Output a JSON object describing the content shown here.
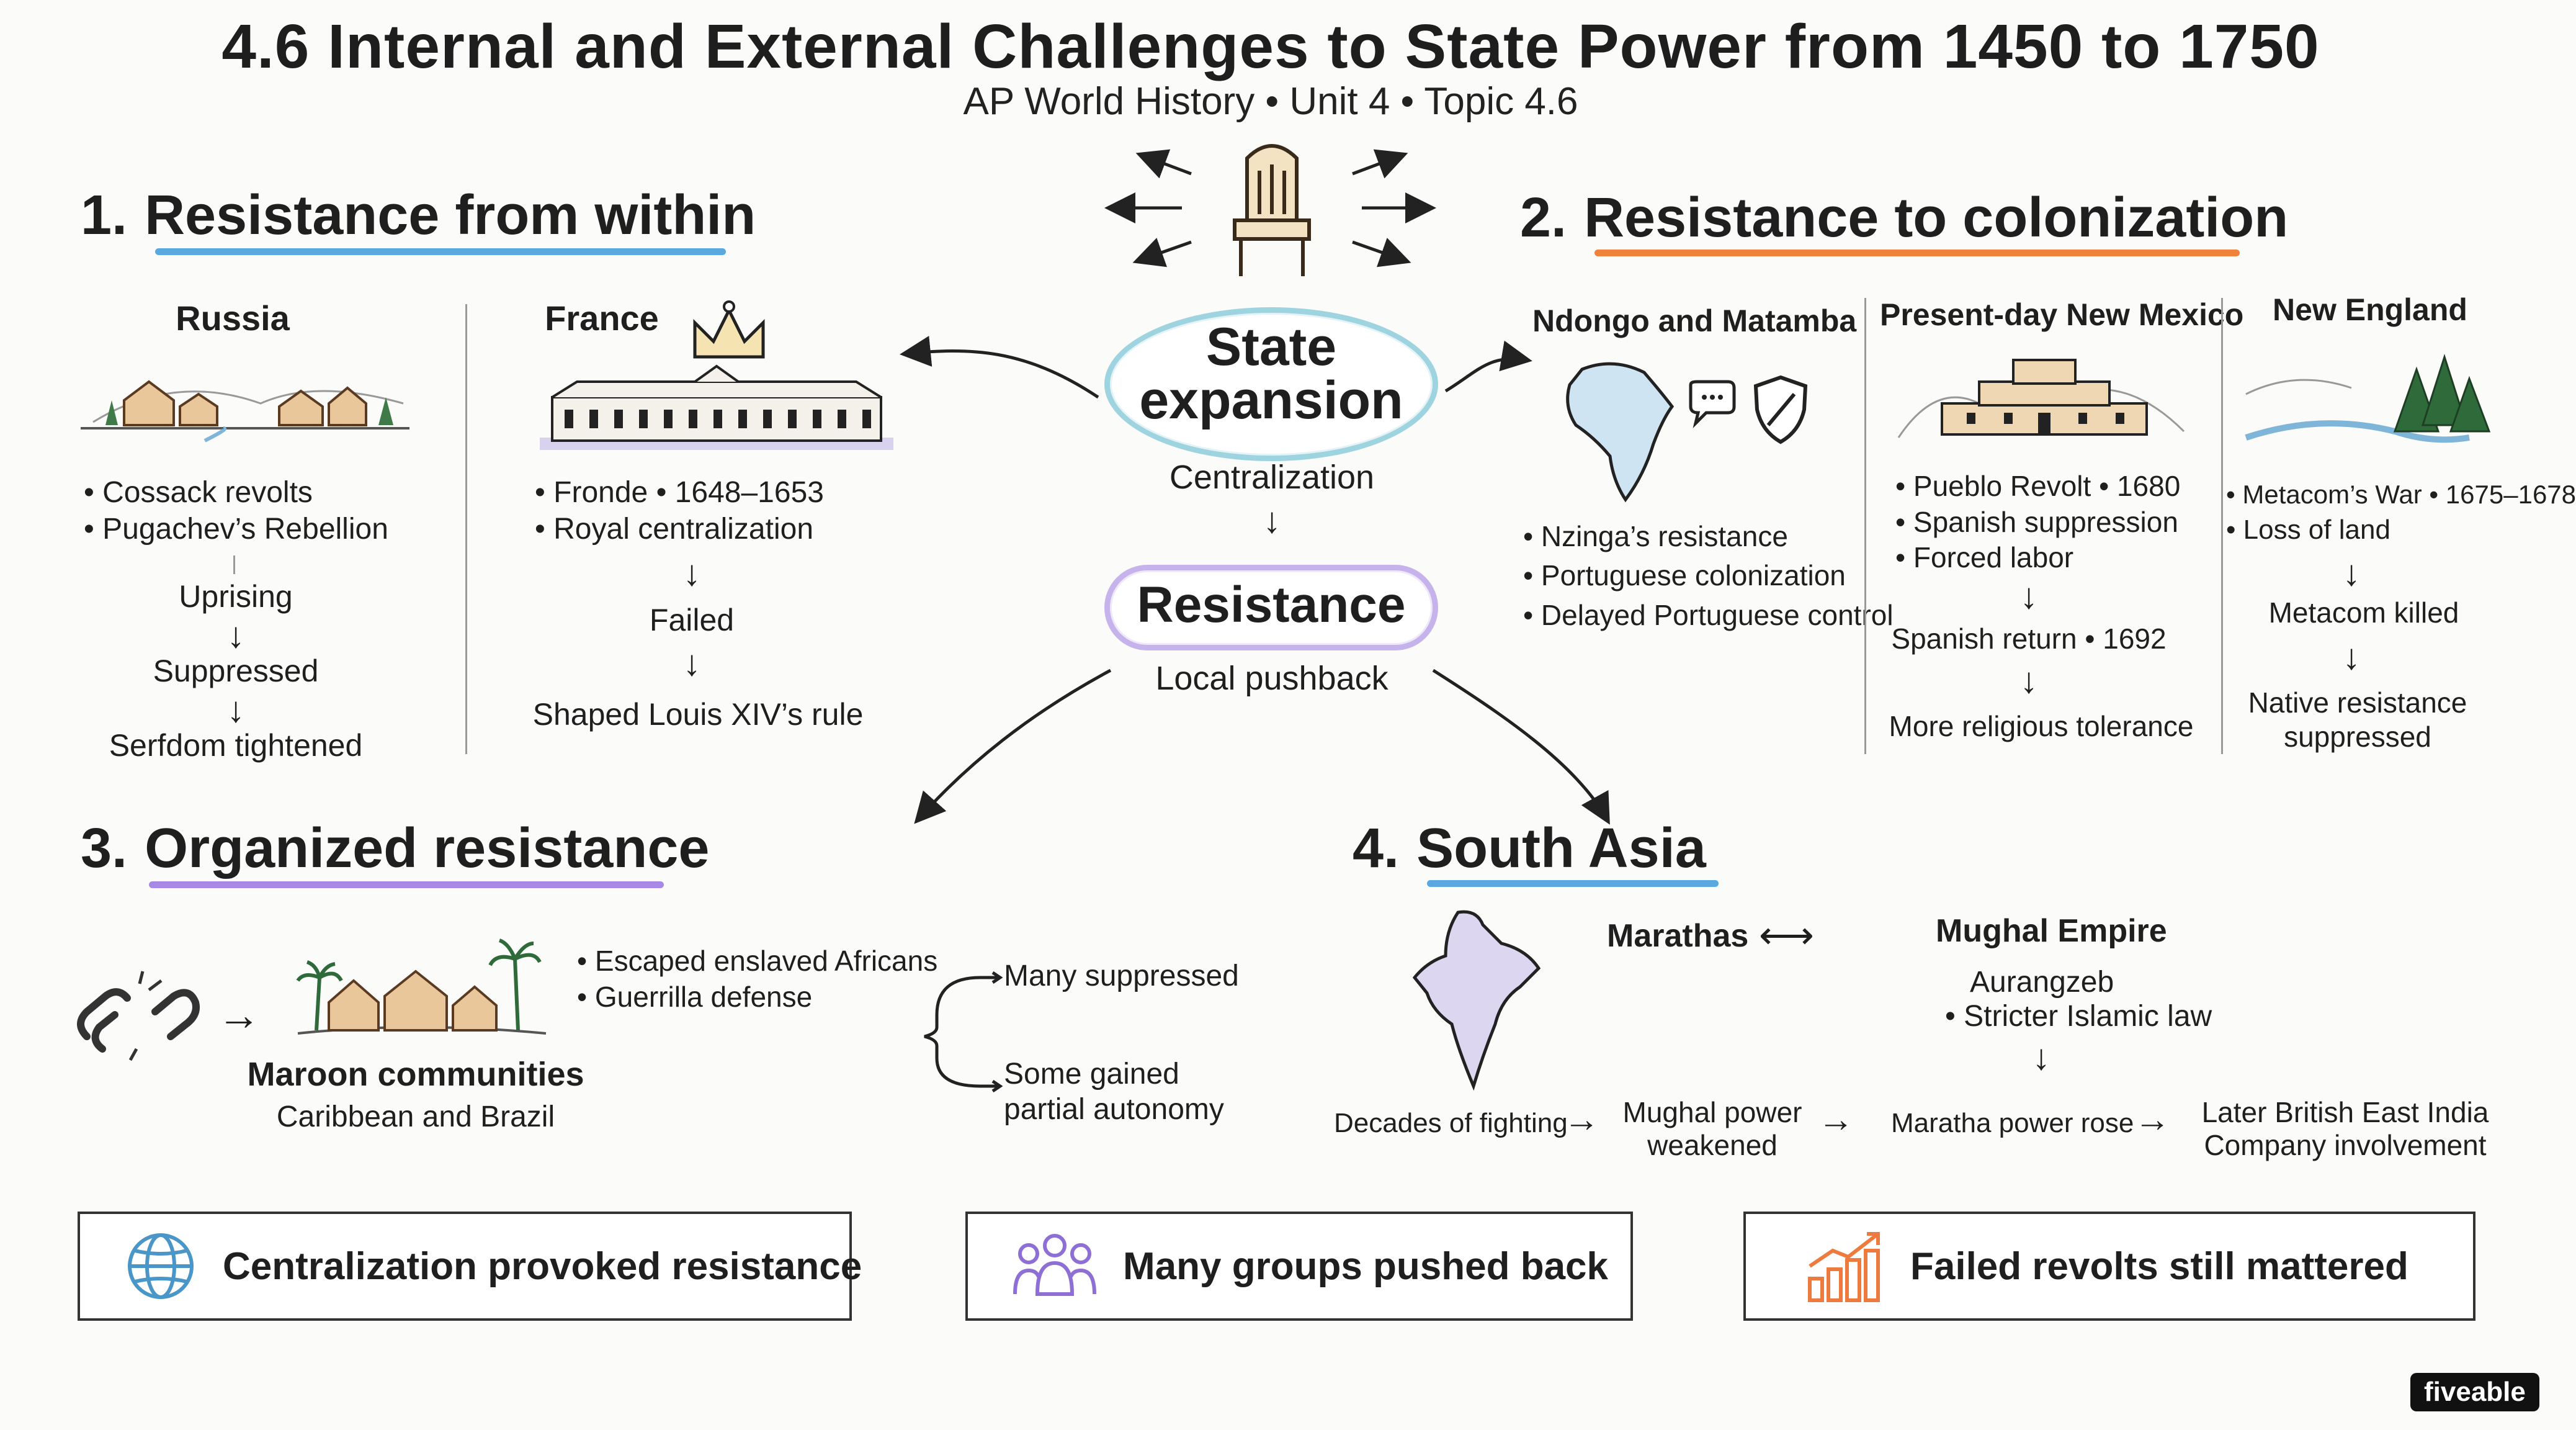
{
  "header": {
    "title": "4.6 Internal and External Challenges to State Power from 1450 to 1750",
    "subtitle": "AP World History • Unit 4 • Topic 4.6"
  },
  "center": {
    "hub": [
      "State",
      "expansion"
    ],
    "hub_caption": "Centralization",
    "resistance": "Resistance",
    "resistance_caption": "Local pushback"
  },
  "section1": {
    "number": "1.",
    "title": "Resistance from within",
    "russia": {
      "heading": "Russia",
      "bullets": [
        "Cossack revolts",
        "Pugachev’s Rebellion"
      ],
      "flow": [
        "Uprising",
        "Suppressed",
        "Serfdom tightened"
      ]
    },
    "france": {
      "heading": "France",
      "bullets": [
        "Fronde • 1648–1653",
        "Royal centralization"
      ],
      "flow": [
        "Failed",
        "Shaped Louis XIV’s rule"
      ]
    }
  },
  "section2": {
    "number": "2.",
    "title": "Resistance to colonization",
    "ndongo": {
      "heading": "Ndongo and Matamba",
      "bullets": [
        "Nzinga’s resistance",
        "Portuguese colonization",
        "Delayed Portuguese control"
      ]
    },
    "new_mexico": {
      "heading": "Present-day New Mexico",
      "bullets": [
        "Pueblo Revolt • 1680",
        "Spanish suppression",
        "Forced labor"
      ],
      "flow": [
        "Spanish return • 1692",
        "More religious tolerance"
      ]
    },
    "new_england": {
      "heading": "New England",
      "bullets": [
        "Metacom’s War • 1675–1678",
        "Loss of land"
      ],
      "flow": [
        "Metacom killed",
        "Native resistance",
        "suppressed"
      ]
    }
  },
  "section3": {
    "number": "3.",
    "title": "Organized resistance",
    "community_label": "Maroon communities",
    "community_sub": "Caribbean and Brazil",
    "bullets": [
      "Escaped enslaved Africans",
      "Guerrilla defense"
    ],
    "outcomes": [
      "Many suppressed",
      "Some gained",
      "partial autonomy"
    ]
  },
  "section4": {
    "number": "4.",
    "title": "South Asia",
    "marathas": "Marathas",
    "mughal": "Mughal Empire",
    "aurangzeb": "Aurangzeb",
    "aurangzeb_bullet": "Stricter Islamic law",
    "chain": [
      "Decades of fighting",
      "Mughal power",
      "weakened",
      "Maratha power rose",
      "Later British East India",
      "Company involvement"
    ]
  },
  "takeaways": [
    {
      "label": "Centralization provoked resistance",
      "icon": "globe-icon"
    },
    {
      "label": "Many groups pushed back",
      "icon": "people-icon"
    },
    {
      "label": "Failed revolts still mattered",
      "icon": "bar-chart-up-icon"
    }
  ],
  "brand": "fiveable",
  "colors": {
    "blue_accent": "#5aa8e0",
    "orange_accent": "#f0823c",
    "purple_accent": "#a888e6",
    "hub_border": "#9ed3e0",
    "resistance_border": "#c6b3ec"
  }
}
